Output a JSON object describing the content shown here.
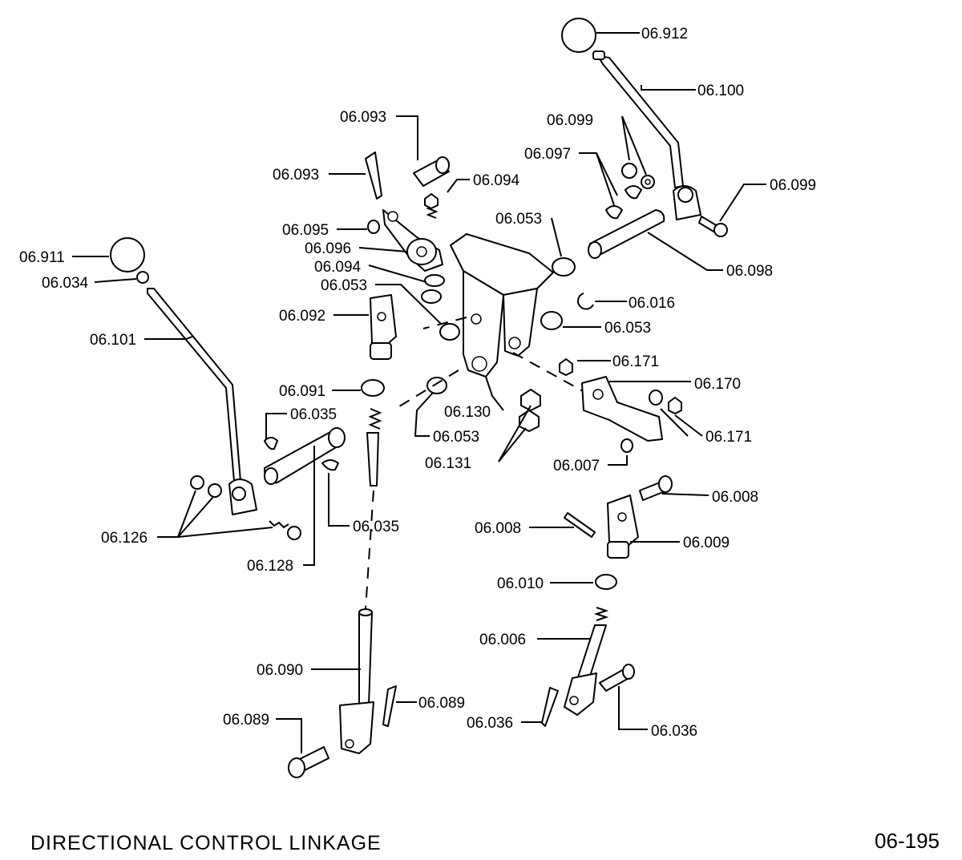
{
  "diagram": {
    "title": "DIRECTIONAL  CONTROL  LINKAGE",
    "page_code": "06-195",
    "callouts": [
      "06.912",
      "06.100",
      "06.093",
      "06.099",
      "06.097",
      "06.093",
      "06.094",
      "06.099",
      "06.053",
      "06.095",
      "06.096",
      "06.098",
      "06.911",
      "06.094",
      "06.034",
      "06.053",
      "06.016",
      "06.092",
      "06.053",
      "06.101",
      "06.171",
      "06.091",
      "06.170",
      "06.035",
      "06.130",
      "06.171",
      "06.053",
      "06.131",
      "06.007",
      "06.008",
      "06.126",
      "06.035",
      "06.008",
      "06.009",
      "06.128",
      "06.010",
      "06.006",
      "06.090",
      "06.089",
      "06.089",
      "06.036",
      "06.036"
    ]
  }
}
